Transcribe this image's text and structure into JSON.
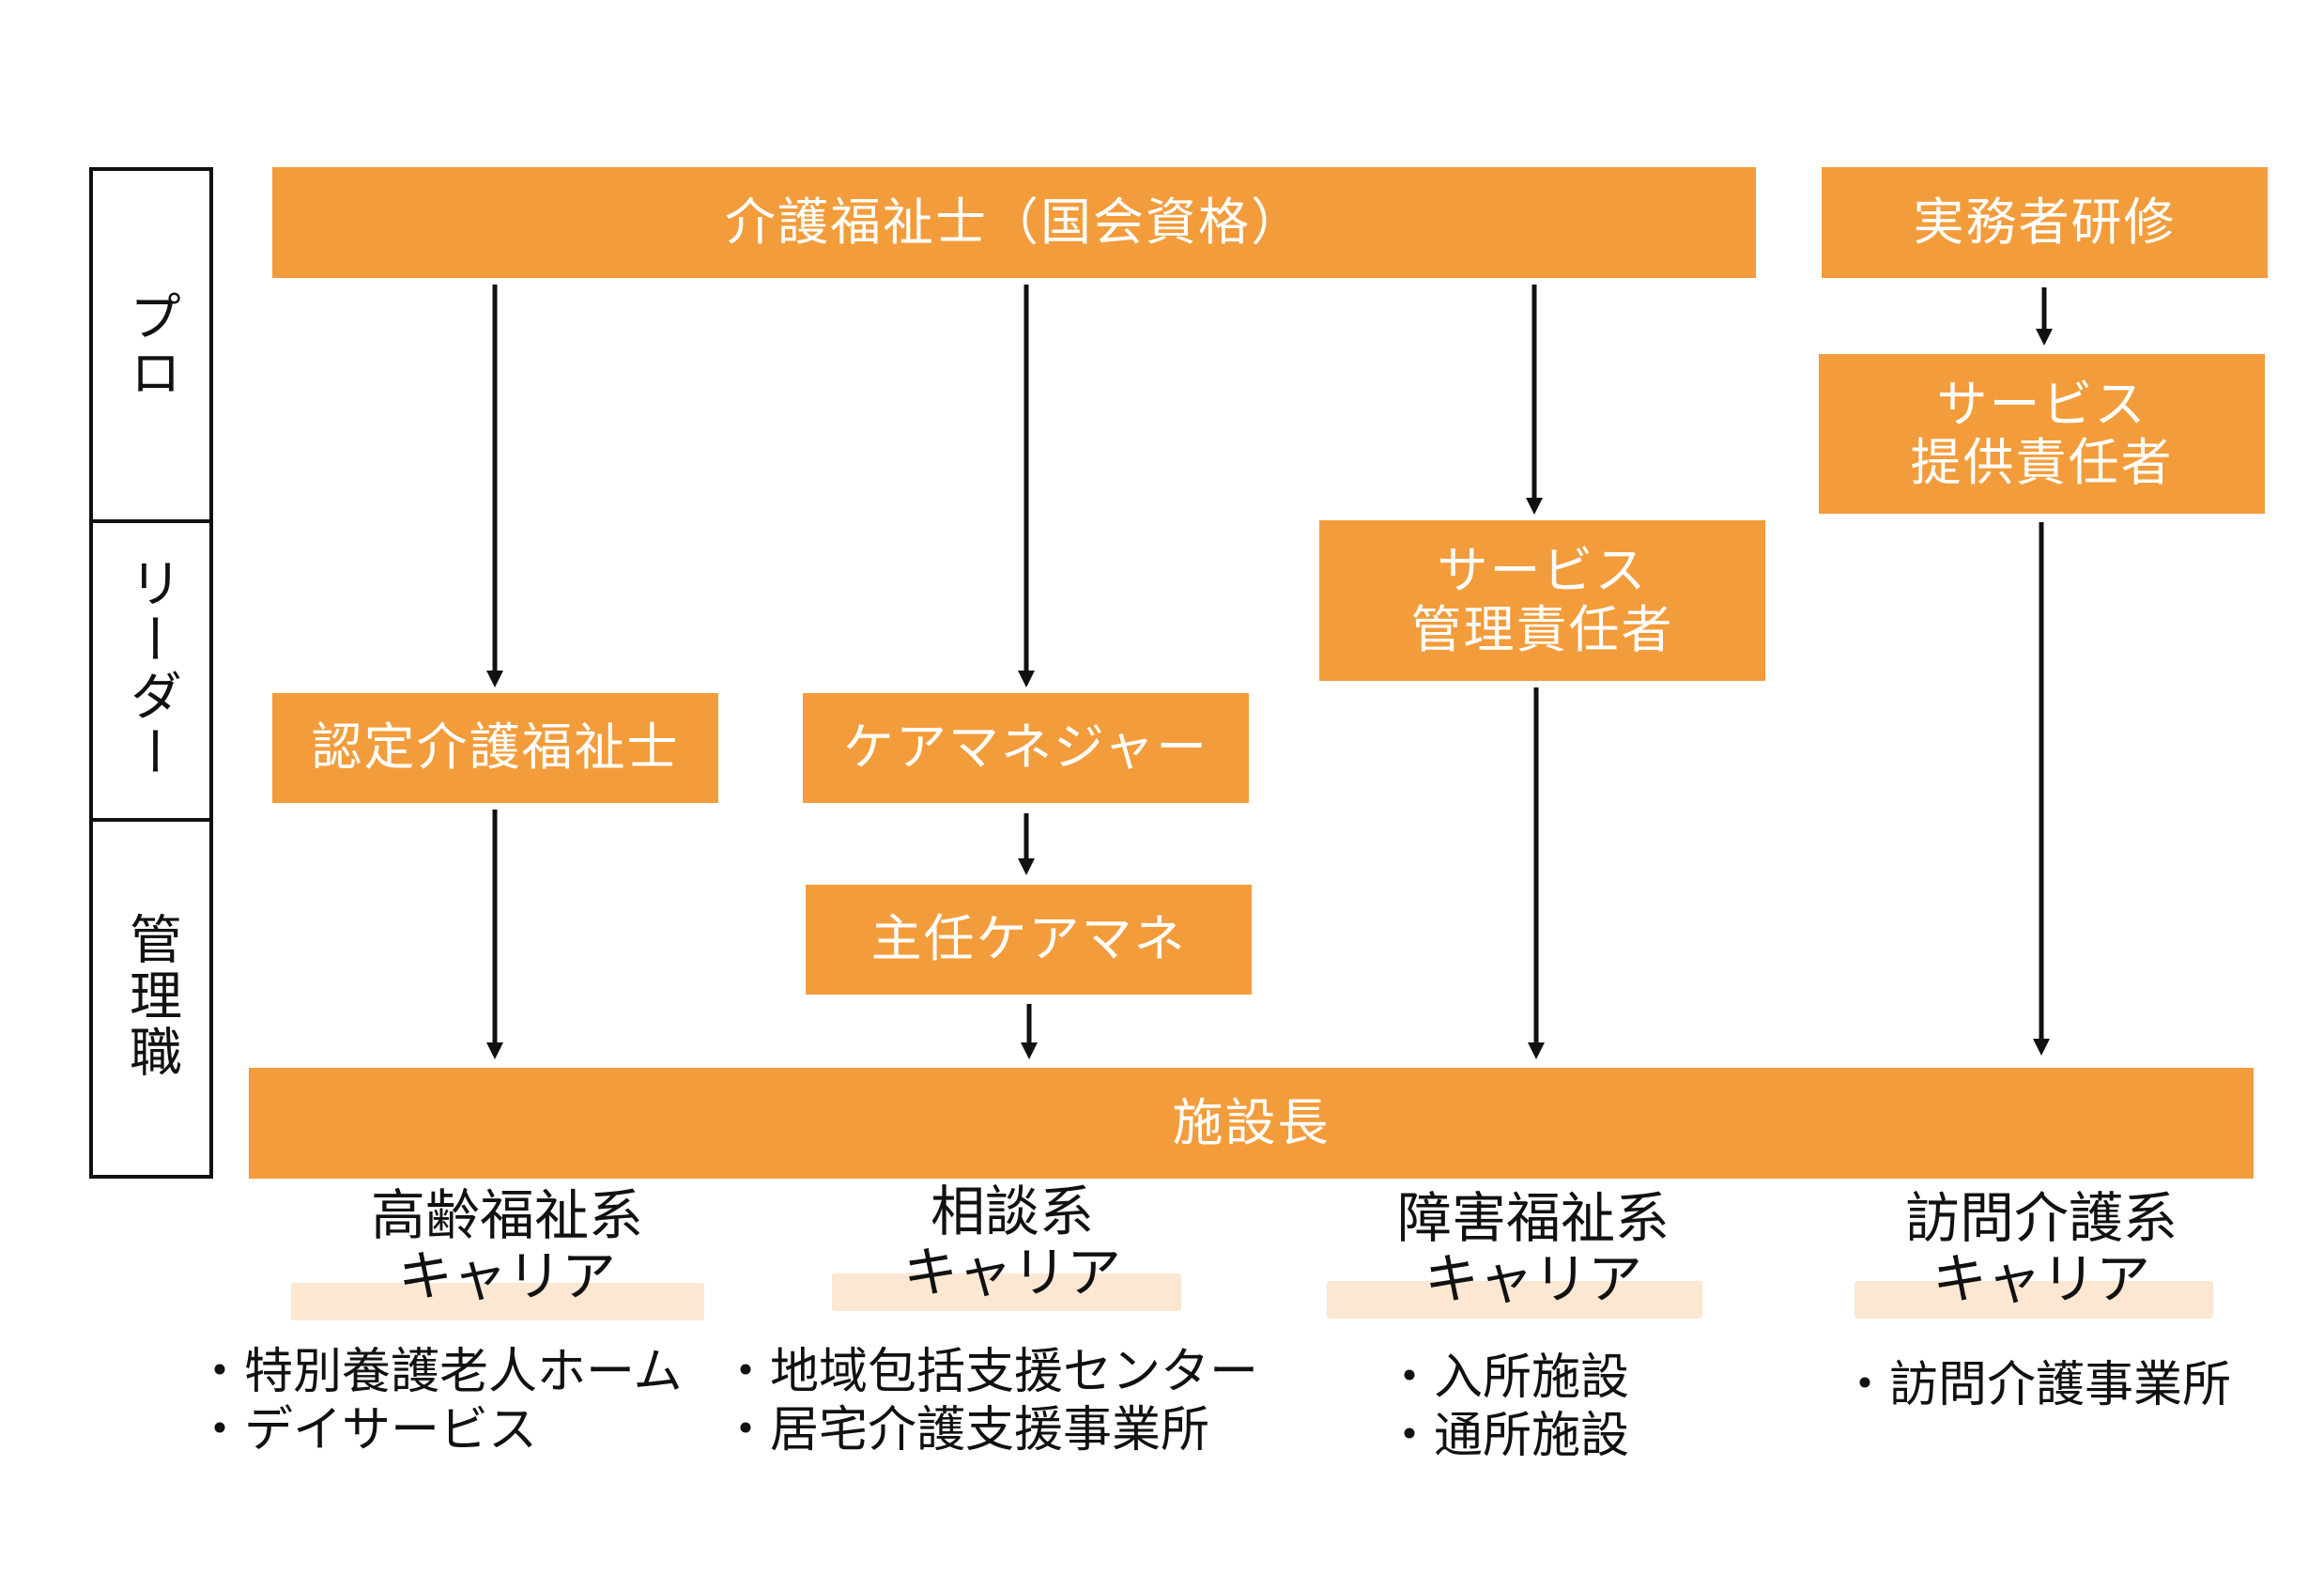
{
  "levels": {
    "pro": "プロ",
    "leader": "リーダー",
    "manager": "管理職"
  },
  "boxes": {
    "kaigo_fukushishi": "介護福祉士（国会資格）",
    "jitsumusha_kenshu": "実務者研修",
    "service_teikyo_1": "サービス",
    "service_teikyo_2": "提供責任者",
    "service_kanri_1": "サービス",
    "service_kanri_2": "管理責任者",
    "nintei_kaigo": "認定介護福祉士",
    "care_manager": "ケアマネジャー",
    "shunin_caremane": "主任ケアマネ",
    "shisetsucho": "施設長"
  },
  "categories": [
    {
      "line1": "高齢福祉系",
      "line2": "キャリア",
      "items": [
        "・特別養護老人ホーム",
        "・デイサービス"
      ]
    },
    {
      "line1": "相談系",
      "line2": "キャリア",
      "items": [
        "・地域包括支援センター",
        "・居宅介護支援事業所"
      ]
    },
    {
      "line1": "障害福祉系",
      "line2": "キャリア",
      "items": [
        "・入所施設",
        "・通所施設"
      ]
    },
    {
      "line1": "訪問介護系",
      "line2": "キャリア",
      "items": [
        "・訪問介護事業所"
      ]
    }
  ],
  "colors": {
    "box_fill": "#F39C3B",
    "box_text": "#FFFFFF",
    "highlight": "#FBE7D2",
    "line": "#111111"
  }
}
